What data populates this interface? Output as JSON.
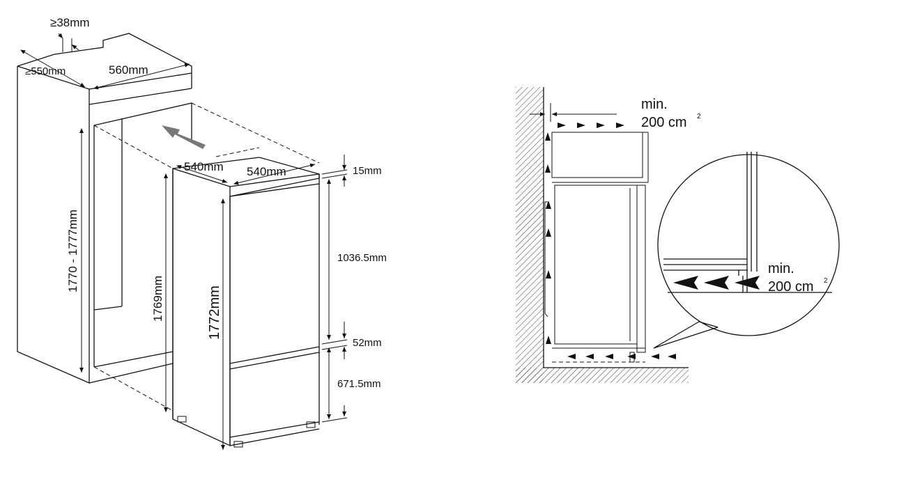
{
  "installation": {
    "niche": {
      "top_gap": "≥38mm",
      "depth": "≥550mm",
      "width": "560mm",
      "height": "1770 - 1777mm"
    },
    "appliance": {
      "width": "540mm",
      "depth": "540mm",
      "body_height": "1769mm",
      "total_height": "1772mm",
      "top_offset": "15mm",
      "upper_door": "1036.5mm",
      "door_gap": "52mm",
      "lower_door": "671.5mm"
    }
  },
  "ventilation": {
    "top_vent": {
      "label": "min.",
      "value": "200 cm",
      "unit_sup": "2"
    },
    "bottom_vent": {
      "label": "min.",
      "value": "200 cm",
      "unit_sup": "2"
    }
  }
}
